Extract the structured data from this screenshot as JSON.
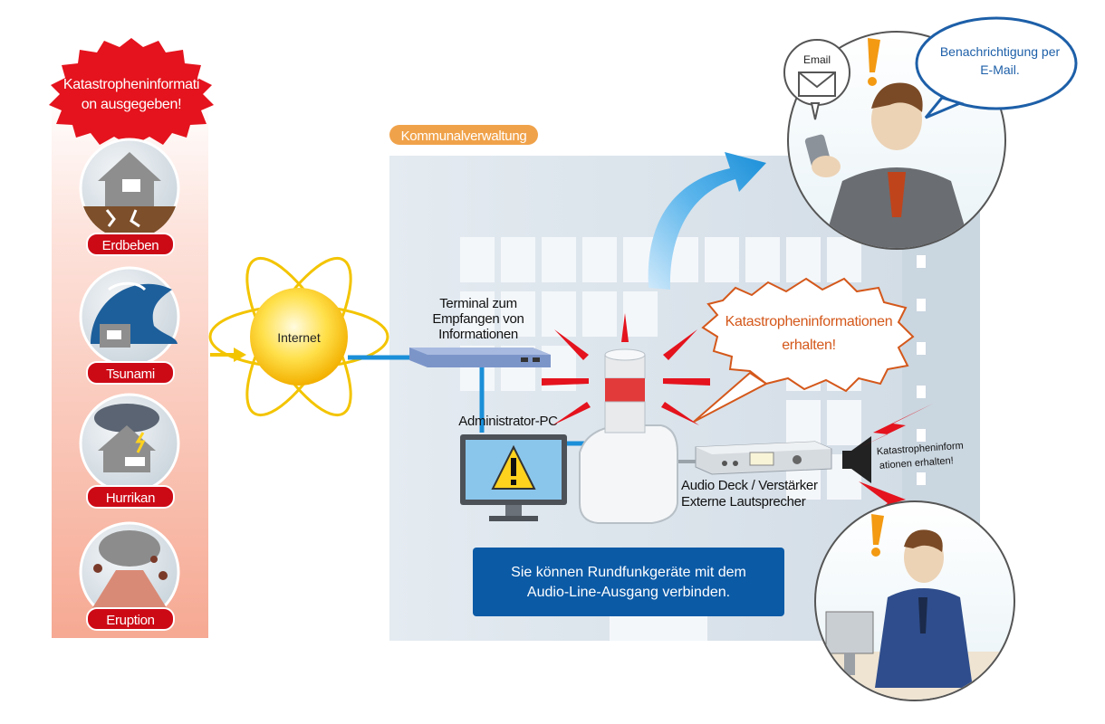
{
  "alert_banner": {
    "line1": "Katastropheninformati",
    "line2": "on ausgegeben!"
  },
  "disasters": [
    {
      "label": "Erdbeben",
      "icon": "earthquake-icon"
    },
    {
      "label": "Tsunami",
      "icon": "tsunami-icon"
    },
    {
      "label": "Hurrikan",
      "icon": "hurricane-icon"
    },
    {
      "label": "Eruption",
      "icon": "eruption-icon"
    }
  ],
  "internet_label": "Internet",
  "municipal_label": "Kommunalverwaltung",
  "terminal_label": {
    "line1": "Terminal zum",
    "line2": "Empfangen von",
    "line3": "Informationen"
  },
  "admin_pc_label": "Administrator-PC",
  "received_bubble": {
    "line1": "Katastropheninformationen",
    "line2": "erhalten!"
  },
  "email_icon_label": "Email",
  "email_bubble": {
    "line1": "Benachrichtigung per",
    "line2": "E-Mail."
  },
  "speaker_text": {
    "line1": "Katastropheninform",
    "line2": "ationen erhalten!"
  },
  "audio_label": {
    "line1": "Audio Deck / Verstärker",
    "line2": "Externe Lautsprecher"
  },
  "info_box": {
    "line1": "Sie können Rundfunkgeräte mit dem",
    "line2": "Audio-Line-Ausgang verbinden."
  },
  "colors": {
    "alert_red": "#cc0a16",
    "info_blue": "#0b5aa6",
    "municipal_orange": "#f0a24a",
    "received_orange": "#d4581b",
    "email_blue": "#1d5fa8"
  }
}
